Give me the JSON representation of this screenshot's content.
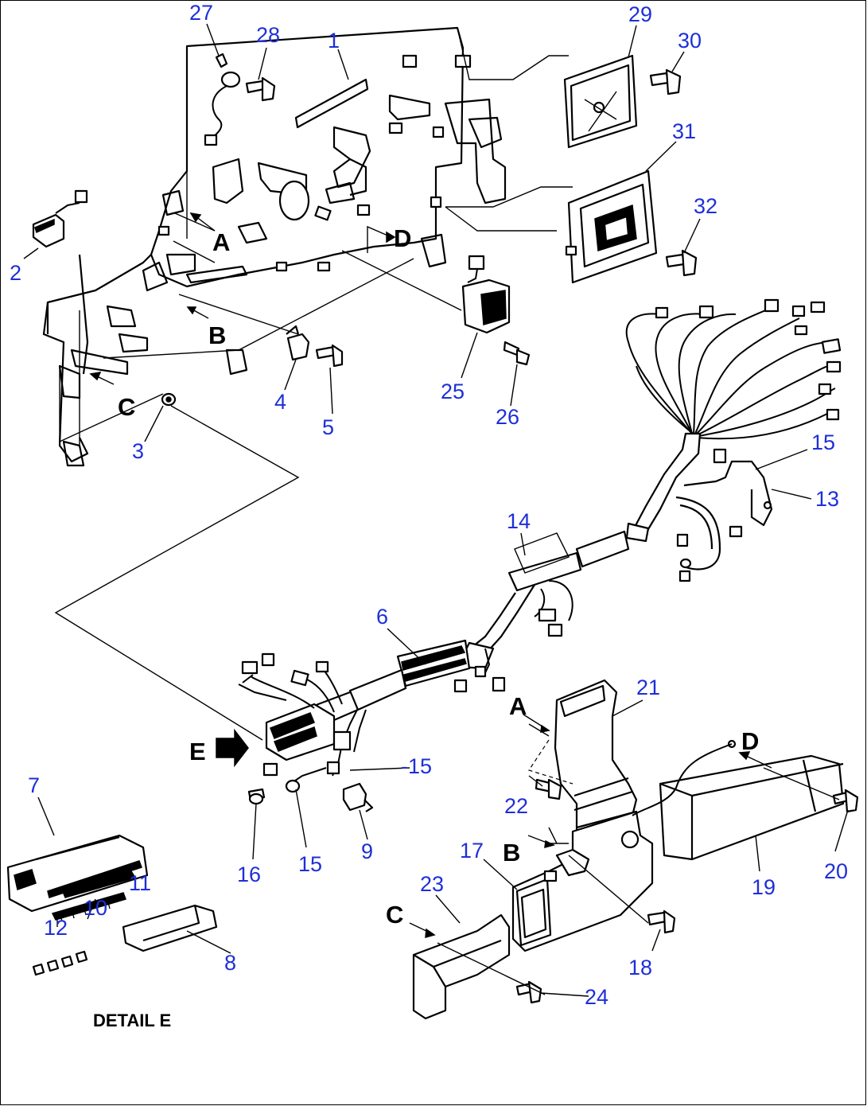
{
  "callouts": [
    {
      "id": "c1",
      "text": "1"
    },
    {
      "id": "c2",
      "text": "2"
    },
    {
      "id": "c3",
      "text": "3"
    },
    {
      "id": "c4",
      "text": "4"
    },
    {
      "id": "c5",
      "text": "5"
    },
    {
      "id": "c6",
      "text": "6"
    },
    {
      "id": "c7",
      "text": "7"
    },
    {
      "id": "c8",
      "text": "8"
    },
    {
      "id": "c9",
      "text": "9"
    },
    {
      "id": "c10",
      "text": "10"
    },
    {
      "id": "c11",
      "text": "11"
    },
    {
      "id": "c12",
      "text": "12"
    },
    {
      "id": "c13",
      "text": "13"
    },
    {
      "id": "c14",
      "text": "14"
    },
    {
      "id": "c15a",
      "text": "15"
    },
    {
      "id": "c15b",
      "text": "-15"
    },
    {
      "id": "c15c",
      "text": "15"
    },
    {
      "id": "c16",
      "text": "16"
    },
    {
      "id": "c17",
      "text": "17"
    },
    {
      "id": "c18",
      "text": "18"
    },
    {
      "id": "c19",
      "text": "19"
    },
    {
      "id": "c20",
      "text": "20"
    },
    {
      "id": "c21",
      "text": "21"
    },
    {
      "id": "c22",
      "text": "22"
    },
    {
      "id": "c23",
      "text": "23"
    },
    {
      "id": "c24",
      "text": "24"
    },
    {
      "id": "c25",
      "text": "25"
    },
    {
      "id": "c26",
      "text": "26"
    },
    {
      "id": "c27",
      "text": "27"
    },
    {
      "id": "c28",
      "text": "28"
    },
    {
      "id": "c29",
      "text": "29"
    },
    {
      "id": "c30",
      "text": "30"
    },
    {
      "id": "c31",
      "text": "31"
    },
    {
      "id": "c32",
      "text": "32"
    }
  ],
  "letters": {
    "A_top": "A",
    "B_top": "B",
    "C_top": "C",
    "D_top": "D",
    "A_bot": "A",
    "B_bot": "B",
    "C_bot": "C",
    "D_bot": "D",
    "E": "E"
  },
  "detail_caption": "DETAIL E",
  "colors": {
    "callout": "#1e2fd8",
    "line": "#000000",
    "background": "#ffffff"
  }
}
